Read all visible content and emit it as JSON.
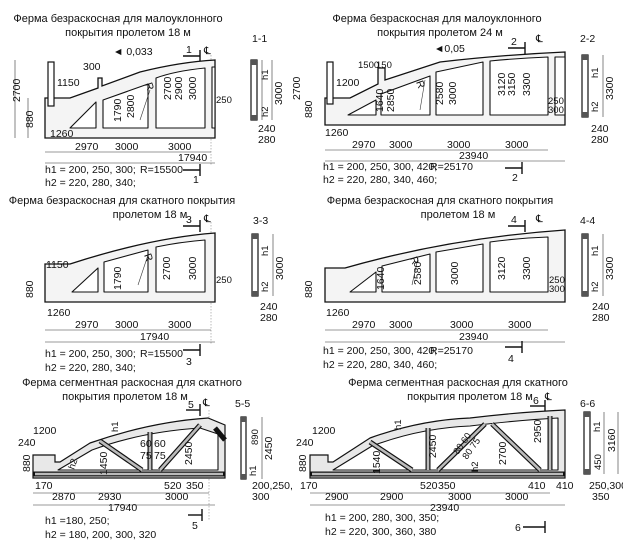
{
  "centerline_symbol": "℄",
  "panels": [
    {
      "title_line1": "Ферма безраскосная для малоуклонного",
      "title_line2": "покрытия пролетом 18 м",
      "section_label": "1-1",
      "cut_mark": "1",
      "slope": "0,033",
      "dims": [
        "300",
        "1150",
        "2700",
        "880",
        "1790",
        "2800",
        "R",
        "2700",
        "2900",
        "3000",
        "250",
        "1260",
        "2970",
        "3000",
        "3000",
        "17940"
      ],
      "h1": "h1 = 200, 250, 300;",
      "h2": "h2 = 220, 280, 340;",
      "radius": "R=15500",
      "section_dims": [
        "h1",
        "3000",
        "h2",
        "240",
        "280"
      ]
    },
    {
      "title_line1": "Ферма безраскосная для малоуклонного",
      "title_line2": "покрытия пролетом 24 м",
      "section_label": "2-2",
      "cut_mark": "2",
      "slope": "0,05",
      "dims": [
        "1500",
        "150",
        "1200",
        "2700",
        "880",
        "1640",
        "2850",
        "R",
        "2580",
        "3000",
        "3120",
        "3150",
        "3300",
        "250",
        "300",
        "1260",
        "2970",
        "3000",
        "3000",
        "3000",
        "23940"
      ],
      "h1": "h1 = 200, 250, 300, 420;",
      "h2": "h2 = 220, 280, 340, 460;",
      "radius": "R=25170",
      "section_dims": [
        "h1",
        "3300",
        "h2",
        "240",
        "280"
      ]
    },
    {
      "title_line1": "Ферма безраскосная для скатного покрытия",
      "title_line2": "пролетом 18 м",
      "section_label": "3-3",
      "cut_mark": "3",
      "dims": [
        "1150",
        "880",
        "1790",
        "R",
        "2700",
        "3000",
        "250",
        "1260",
        "2970",
        "3000",
        "3000",
        "17940"
      ],
      "h1": "h1 = 200, 250, 300;",
      "h2": "h2 = 220, 280, 340;",
      "radius": "R=15500",
      "section_dims": [
        "h1",
        "3000",
        "h2",
        "240",
        "280"
      ]
    },
    {
      "title_line1": "Ферма безраскосная для скатного покрытия",
      "title_line2": "пролетом 18 м",
      "section_label": "4-4",
      "cut_mark": "4",
      "dims": [
        "880",
        "1640",
        "R",
        "2580",
        "3000",
        "3120",
        "3300",
        "250",
        "300",
        "1260",
        "2970",
        "3000",
        "3000",
        "3000",
        "23940"
      ],
      "h1": "h1 = 200, 250, 300, 420;",
      "h2": "h2 = 220, 280, 340, 460;",
      "radius": "R=25170",
      "section_dims": [
        "h1",
        "3300",
        "h2",
        "240",
        "280"
      ]
    },
    {
      "title_line1": "Ферма сегментная раскосная для скатного",
      "title_line2": "покрытия пролетом 18 м",
      "section_label": "5-5",
      "cut_mark": "5",
      "dims": [
        "1200",
        "240",
        "880",
        "h1",
        "h2",
        "1450",
        "60",
        "75",
        "60",
        "75",
        "2450",
        "170",
        "520",
        "350",
        "2870",
        "2930",
        "3000",
        "17940"
      ],
      "h1": "h1 =180, 250;",
      "h2": "h2 = 180, 200, 300, 320",
      "section_dims": [
        "890",
        "2450",
        "h1",
        "200,250,",
        "300"
      ]
    },
    {
      "title_line1": "Ферма сегментная раскосная для скатного",
      "title_line2": "покрытия пролетом 18 м",
      "section_label": "6-6",
      "cut_mark": "6",
      "dims": [
        "1200",
        "240",
        "880",
        "170",
        "h1",
        "1540",
        "2450",
        "80 60",
        "80 75",
        "2700",
        "2950",
        "h2",
        "520",
        "350",
        "410",
        "410",
        "2900",
        "2900",
        "3000",
        "3000",
        "23940"
      ],
      "h1": "h1 = 200, 280, 300, 350;",
      "h2": "h2 = 220, 300, 360, 380",
      "section_dims": [
        "h1",
        "3160",
        "450",
        "250,300",
        "350"
      ]
    }
  ]
}
